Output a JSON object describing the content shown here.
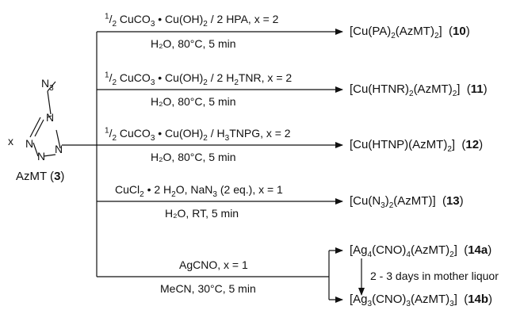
{
  "reactant": {
    "label": "AzMT (",
    "number": "3",
    "label_end": ")",
    "substituent": "N",
    "substituent_sub": "3",
    "x": "x",
    "ring_atoms": [
      "N",
      "N",
      "N",
      "N"
    ]
  },
  "routes": [
    {
      "above_html": "<sup>1</sup>/<sub>2</sub> CuCO<sub>3</sub> • Cu(OH)<sub>2</sub> / 2 HPA, x = 2",
      "below": "H₂O, 80°C, 5 min",
      "product_html": "[Cu(PA)<sub>2</sub>(AzMT)<sub>2</sub>]&nbsp; (<b>10</b>)"
    },
    {
      "above_html": "<sup>1</sup>/<sub>2</sub> CuCO<sub>3</sub> • Cu(OH)<sub>2</sub> / 2 H<sub>2</sub>TNR, x = 2",
      "below": "H₂O, 80°C, 5 min",
      "product_html": "[Cu(HTNR)<sub>2</sub>(AzMT)<sub>2</sub>]&nbsp; (<b>11</b>)"
    },
    {
      "above_html": "<sup>1</sup>/<sub>2</sub> CuCO<sub>3</sub> • Cu(OH)<sub>2</sub> / H<sub>3</sub>TNPG, x = 2",
      "below": "H₂O, 80°C, 5 min",
      "product_html": "[Cu(HTNP)(AzMT)<sub>2</sub>]&nbsp; (<b>12</b>)"
    },
    {
      "above_html": "CuCl<sub>2</sub> • 2 H<sub>2</sub>O, NaN<sub>3</sub> (2 eq.), x = 1",
      "below": "H₂O, RT, 5 min",
      "product_html": "[Cu(N<sub>3</sub>)<sub>2</sub>(AzMT)]&nbsp; (<b>13</b>)"
    },
    {
      "above_html": "AgCNO, x = 1",
      "below": "MeCN, 30°C, 5 min",
      "product_a_html": "[Ag<sub>4</sub>(CNO)<sub>4</sub>(AzMT)<sub>2</sub>]&nbsp; (<b>14a</b>)",
      "product_b_html": "[Ag<sub>3</sub>(CNO)<sub>3</sub>(AzMT)<sub>3</sub>]&nbsp; (<b>14b</b>)",
      "transform": "2 - 3 days in mother liquor"
    }
  ]
}
